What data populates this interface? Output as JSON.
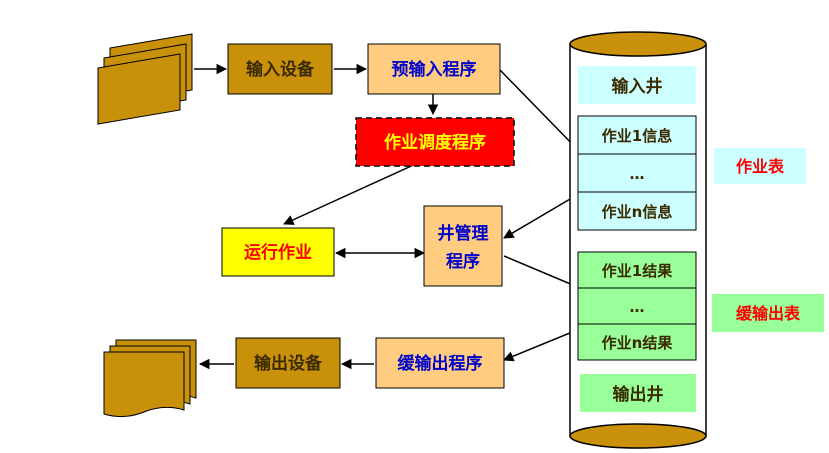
{
  "colors": {
    "device_fill": "#C9900A",
    "program_fill": "#FFCC80",
    "scheduler_fill": "#FF0000",
    "run_fill": "#FFFF00",
    "well_cap": "#C9900A",
    "input_well_fill": "#CCFFFF",
    "output_well_fill": "#99FF99",
    "blue_text": "#0000CC",
    "red_text": "#FF0000",
    "dark_text": "#3A2A00"
  },
  "nodes": {
    "input_device": "输入设备",
    "pre_input": "预输入程序",
    "scheduler": "作业调度程序",
    "run_job": "运行作业",
    "well_manager_line1": "井管理",
    "well_manager_line2": "程序",
    "output_device": "输出设备",
    "buffered_output": "缓输出程序"
  },
  "well": {
    "input_well_label": "输入井",
    "job_info_1": "作业1信息",
    "job_info_dots": "…",
    "job_info_n": "作业n信息",
    "job_result_1": "作业1结果",
    "job_result_dots": "…",
    "job_result_n": "作业n结果",
    "output_well_label": "输出井"
  },
  "side_labels": {
    "job_table": "作业表",
    "buffered_output_table": "缓输出表"
  }
}
